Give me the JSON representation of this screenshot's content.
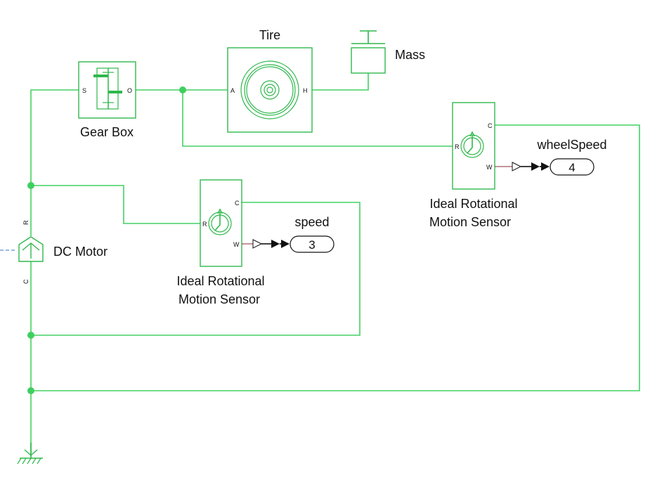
{
  "blocks": {
    "tire": {
      "label": "Tire",
      "port_a": "A",
      "port_h": "H"
    },
    "mass": {
      "label": "Mass"
    },
    "gearbox": {
      "label": "Gear Box",
      "port_s": "S",
      "port_o": "O"
    },
    "dc_motor": {
      "label": "DC Motor",
      "port_r": "R",
      "port_c": "C"
    },
    "sensor_1": {
      "label_line1": "Ideal Rotational",
      "label_line2": "Motion Sensor",
      "port_r": "R",
      "port_c": "C",
      "port_w": "W"
    },
    "sensor_2": {
      "label_line1": "Ideal Rotational",
      "label_line2": "Motion Sensor",
      "port_r": "R",
      "port_c": "C",
      "port_w": "W"
    },
    "outport_speed": {
      "label": "speed",
      "number": "3"
    },
    "outport_wheel": {
      "label": "wheelSpeed",
      "number": "4"
    }
  },
  "colors": {
    "physical_line": "#44d162",
    "block_border": "#2fb84c",
    "signal_line": "#8a2a3a",
    "input_line": "#5b8fd6"
  }
}
